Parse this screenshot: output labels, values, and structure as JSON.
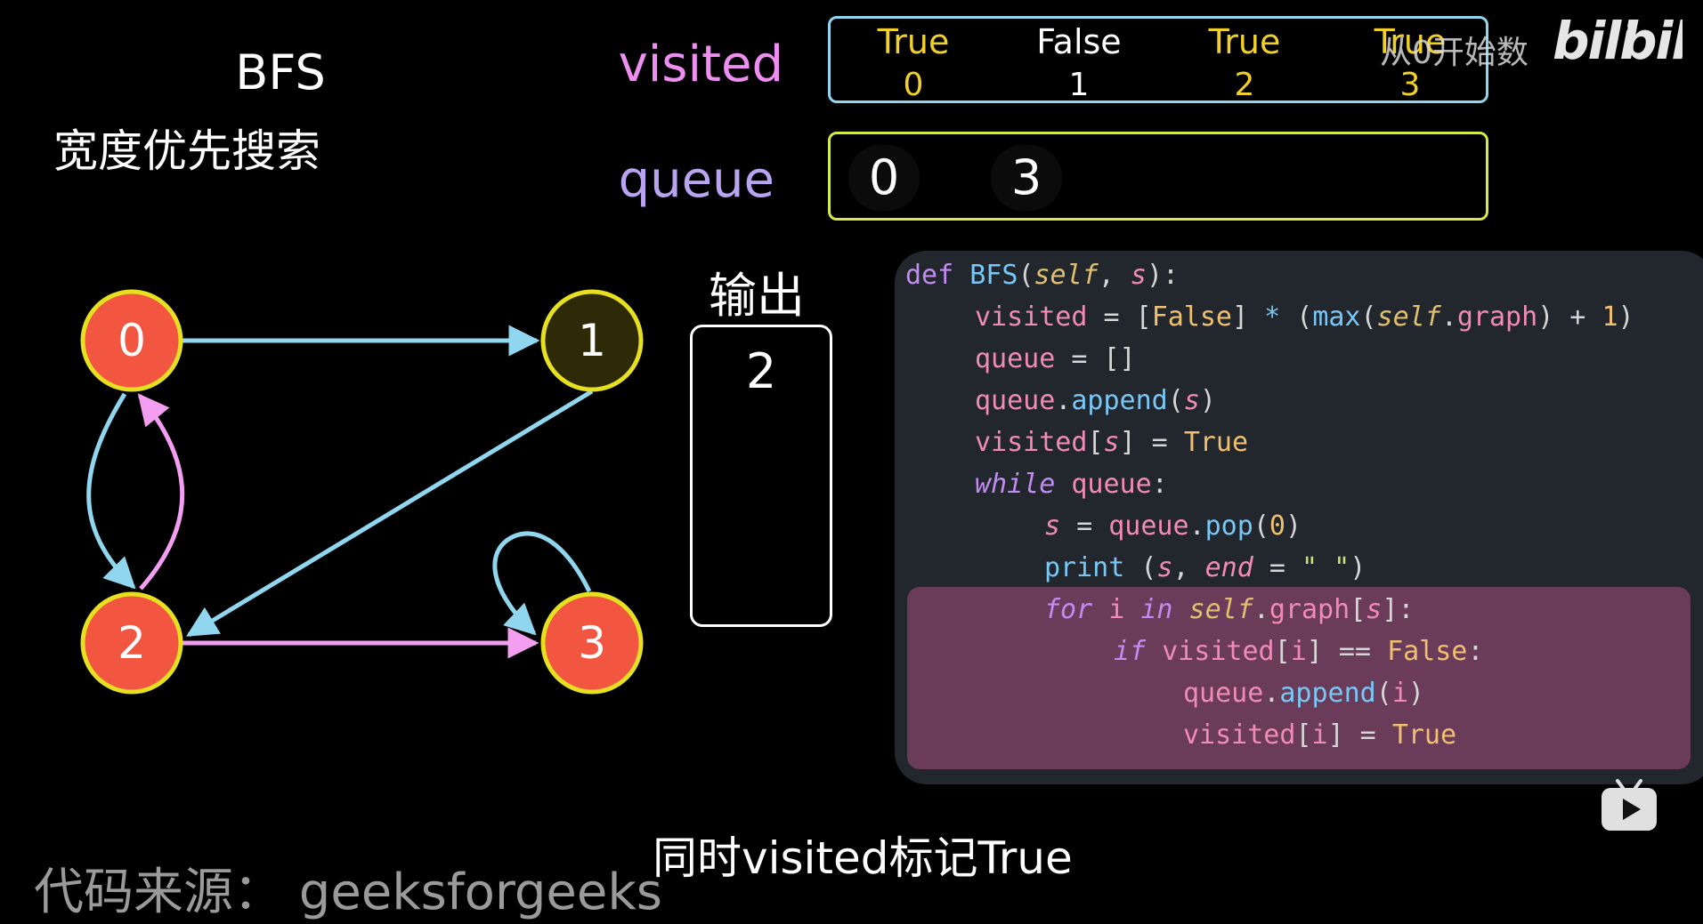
{
  "title": {
    "main": "BFS",
    "sub": "宽度优先搜索"
  },
  "visited": {
    "label": "visited",
    "cells": [
      {
        "value": "True",
        "index": "0"
      },
      {
        "value": "False",
        "index": "1"
      },
      {
        "value": "True",
        "index": "2"
      },
      {
        "value": "True",
        "index": "3"
      }
    ]
  },
  "queue": {
    "label": "queue",
    "items": [
      "0",
      "3"
    ]
  },
  "output": {
    "label": "输出",
    "value": "2"
  },
  "graph": {
    "nodes": [
      {
        "label": "0",
        "state": "visited"
      },
      {
        "label": "1",
        "state": "unvisited"
      },
      {
        "label": "2",
        "state": "visited"
      },
      {
        "label": "3",
        "state": "visited"
      }
    ],
    "edges": [
      "0→1",
      "0→2",
      "1→2",
      "2→0",
      "2→3",
      "3→3"
    ]
  },
  "code": {
    "lines": [
      "def BFS(self, s):",
      "    visited = [False] * (max(self.graph) + 1)",
      "    queue = []",
      "    queue.append(s)",
      "    visited[s] = True",
      "    while queue:",
      "        s = queue.pop(0)",
      "        print (s, end = \" \")",
      "        for i in self.graph[s]:",
      "            if visited[i] == False:",
      "                queue.append(i)",
      "                visited[i] = True"
    ],
    "highlighted_lines": [
      8,
      9,
      10,
      11
    ]
  },
  "caption": "同时visited标记True",
  "source": "代码来源： geeksforgeeks",
  "watermark": {
    "text": "从0开始数",
    "logo": "bilibili"
  },
  "colors": {
    "node_visited": "#f25540",
    "node_unvisited": "#2e2a08",
    "node_border": "#e6e020",
    "edge_blue": "#8fd6ee",
    "edge_pink": "#f39ef0"
  }
}
